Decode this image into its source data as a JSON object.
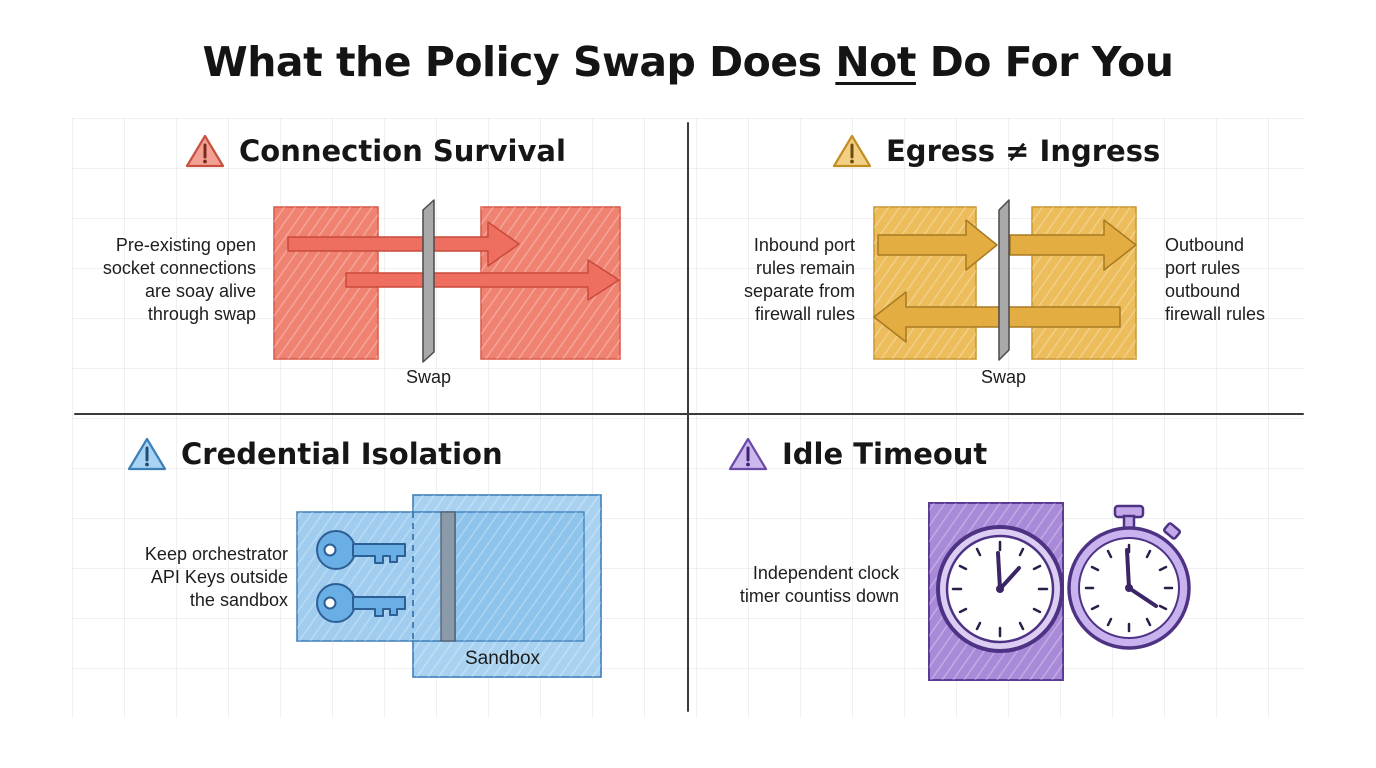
{
  "title": {
    "before": "What the Policy Swap Does ",
    "emphasis": "Not",
    "after": " Do For You"
  },
  "quadrants": [
    {
      "id": "connection-survival",
      "heading": "Connection Survival",
      "icon": "warning-triangle-icon",
      "color": "#ef6a5a",
      "caption_lines": [
        "Pre-existing open",
        "socket connections",
        "are soay alive",
        "through swap"
      ],
      "swap_label": "Swap"
    },
    {
      "id": "egress-ingress",
      "heading": "Egress ≠ Ingress",
      "icon": "warning-triangle-icon",
      "color": "#e6ab3c",
      "left_caption_lines": [
        "Inbound port",
        "rules remain",
        "separate from",
        "firewall rules"
      ],
      "right_caption_lines": [
        "Outbound",
        "port rules",
        "outbound",
        "firewall rules"
      ],
      "swap_label": "Swap"
    },
    {
      "id": "credential-isolation",
      "heading": "Credential Isolation",
      "icon": "warning-triangle-icon",
      "color": "#5aa6e0",
      "caption_lines": [
        "Keep orchestrator",
        "API Keys outside",
        "the sandbox"
      ],
      "sandbox_label": "Sandbox"
    },
    {
      "id": "idle-timeout",
      "heading": "Idle Timeout",
      "icon": "warning-triangle-icon",
      "color": "#9b7fd4",
      "caption_lines": [
        "Independent clock",
        "timer countiss down"
      ]
    }
  ]
}
